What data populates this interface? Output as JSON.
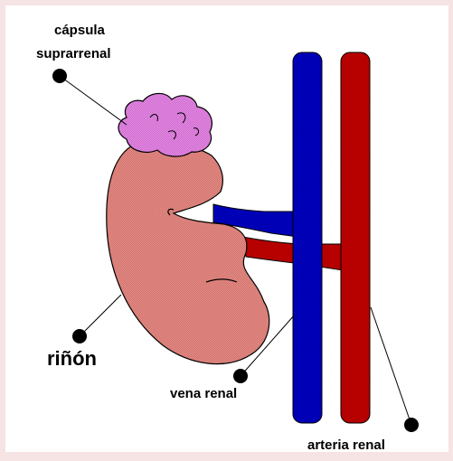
{
  "labels": {
    "capsula_line1": "cápsula",
    "capsula_line2": "suprarrenal",
    "rinon": "riñón",
    "vena": "vena renal",
    "arteria": "arteria renal"
  },
  "colors": {
    "background": "#f6e3e3",
    "panel": "#ffffff",
    "kidney": "#f08c86",
    "adrenal": "#ee88ee",
    "vein": "#0000c8",
    "artery": "#c80000",
    "outline": "#000000"
  }
}
